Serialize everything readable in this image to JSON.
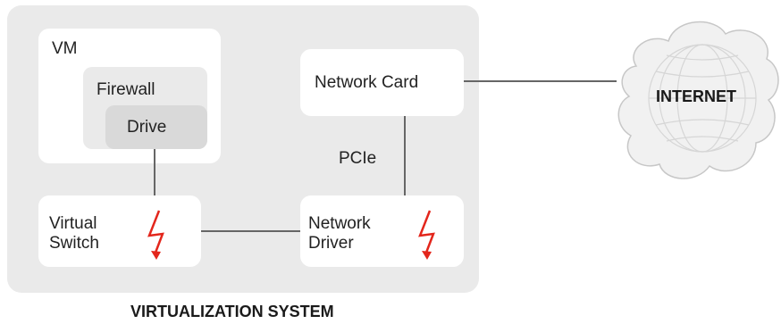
{
  "diagram": {
    "container_label": "VIRTUALIZATION SYSTEM",
    "nodes": {
      "vm": "VM",
      "firewall": "Firewall",
      "drive": "Drive",
      "network_card": "Network Card",
      "pcie": "PCIe",
      "virtual_switch": "Virtual\nSwitch",
      "network_driver": "Network\nDriver",
      "internet": "INTERNET"
    }
  },
  "colors": {
    "container_bg": "#eaeaea",
    "box_bg": "#ffffff",
    "inner_box_bg": "#eaeaea",
    "drive_bg": "#d9d9d9",
    "connector": "#666666",
    "lightning": "#e3261c",
    "cloud_fill": "#f1f1f1",
    "cloud_stroke": "#c7c7c7"
  },
  "icons": {
    "lightning": "lightning-bolt-icon",
    "globe": "globe-icon",
    "cloud": "cloud-icon"
  }
}
